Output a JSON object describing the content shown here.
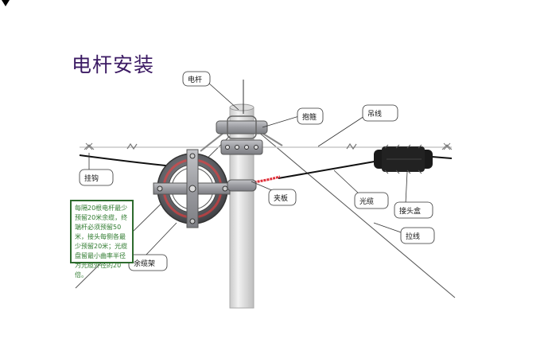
{
  "title": "电杆安装",
  "colors": {
    "title": "#3b1a63",
    "note_border": "#2e6b2e",
    "note_text": "#2e7a2e",
    "fiber_red": "#e0303a",
    "pole": "#e6e6e6",
    "metal": "#9a9ba0"
  },
  "labels": {
    "pole": "电杆",
    "hoop": "抱箍",
    "messenger_wire": "吊线",
    "hook": "挂钩",
    "clamp": "夹板",
    "optical_cable": "光缆",
    "splice_box": "接头盒",
    "guy_wire": "拉线",
    "slack_rack": "余缆架"
  },
  "note": "每隔20根电杆最少预留20米余缆，终端杆必须预留50米，接头每侧各最少预留20米；光缆盘留最小曲率半径为光缆外径的20倍。"
}
